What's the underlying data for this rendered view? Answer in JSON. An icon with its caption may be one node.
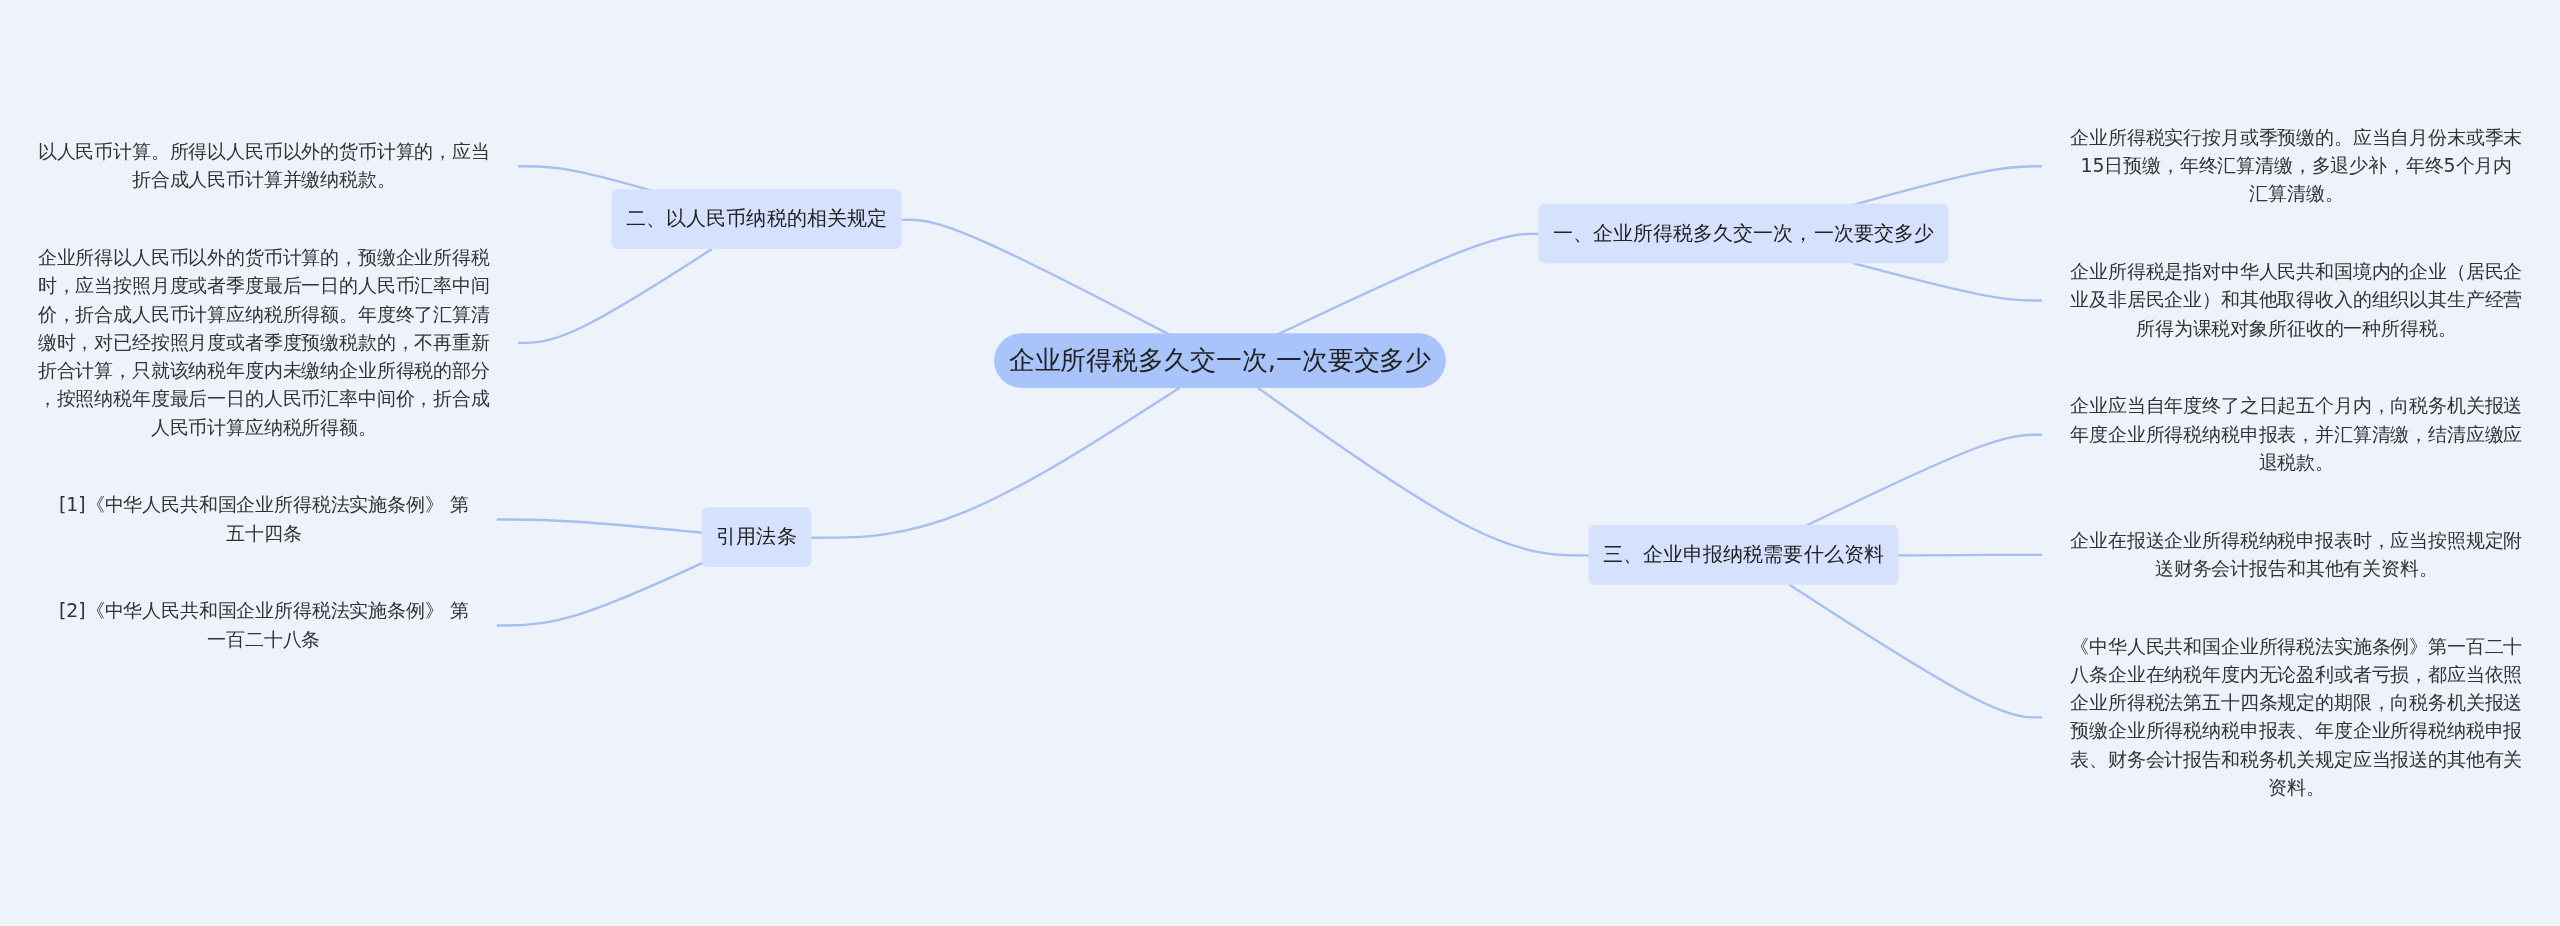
{
  "diagram": {
    "nodes": [
      {
        "text": [
          "企业所得税多久交一次,一次要交多少"
        ]
      },
      {
        "text": [
          "一、企业所得税多久交一次，一次要交多少"
        ]
      },
      {
        "text": [
          "企业所得税实行按月或季预缴的。应当自月份末或季末15日预缴，年终汇算清缴，多退少补，年终5个月内汇算清缴。"
        ]
      },
      {
        "text": [
          "企业所得税是指对中华人民共和国境内的企业（居民企业及非居民企业）和其他取得收入的组织以其生产经营所得为课税对象所征收的一种所得税。"
        ]
      },
      {
        "text": [
          "二、以人民币纳税的相关规定"
        ]
      },
      {
        "text": [
          "以人民币计算。所得以人民币以外的货币计算的，应当折合成人民币计算并缴纳税款。"
        ]
      },
      {
        "text": [
          "企业所得以人民币以外的货币计算的，预缴企业所得税时，应当按照月度或者季度最后一日的人民币汇率中间价，折合成人民币计算应纳税所得额。年度终了汇算清缴时，对已经按照月度或者季度预缴税款的，不再重新折合计算，只就该纳税年度内未缴纳企业所得税的部分，按照纳税年度最后一日的人民币汇率中间价，折合成人民币计算应纳税所得额。"
        ]
      },
      {
        "text": [
          "三、企业申报纳税需要什么资料"
        ]
      },
      {
        "text": [
          "企业应当自年度终了之日起五个月内，向税务机关报送年度企业所得税纳税申报表，并汇算清缴，结清应缴应退税款。"
        ]
      },
      {
        "text": [
          "企业在报送企业所得税纳税申报表时，应当按照规定附送财务会计报告和其他有关资料。"
        ]
      },
      {
        "text": [
          "《中华人民共和国企业所得税法实施条例》第一百二十八条企业在纳税年度内无论盈利或者亏损，都应当依照企业所得税法第五十四条规定的期限，向税务机关报送预缴企业所得税纳税申报表、年度企业所得税纳税申报表、财务会计报告和税务机关规定应当报送的其他有关资料。"
        ]
      },
      {
        "text": [
          "引用法条"
        ]
      },
      {
        "text": [
          "[1]《中华人民共和国企业所得税法实施条例》 第五十四条"
        ]
      },
      {
        "text": [
          "[2]《中华人民共和国企业所得税法实施条例》 第一百二十八条"
        ]
      }
    ],
    "edges": [
      {
        "from": 0,
        "to": 1,
        "arrow": "none"
      },
      {
        "from": 1,
        "to": 2,
        "arrow": "none"
      },
      {
        "from": 1,
        "to": 3,
        "arrow": "none"
      },
      {
        "from": 0,
        "to": 4,
        "arrow": "none"
      },
      {
        "from": 4,
        "to": 5,
        "arrow": "none"
      },
      {
        "from": 4,
        "to": 6,
        "arrow": "none"
      },
      {
        "from": 0,
        "to": 7,
        "arrow": "none"
      },
      {
        "from": 7,
        "to": 8,
        "arrow": "none"
      },
      {
        "from": 7,
        "to": 9,
        "arrow": "none"
      },
      {
        "from": 7,
        "to": 10,
        "arrow": "none"
      },
      {
        "from": 0,
        "to": 11,
        "arrow": "none"
      },
      {
        "from": 11,
        "to": 12,
        "arrow": "none"
      },
      {
        "from": 11,
        "to": 13,
        "arrow": "none"
      }
    ]
  }
}
